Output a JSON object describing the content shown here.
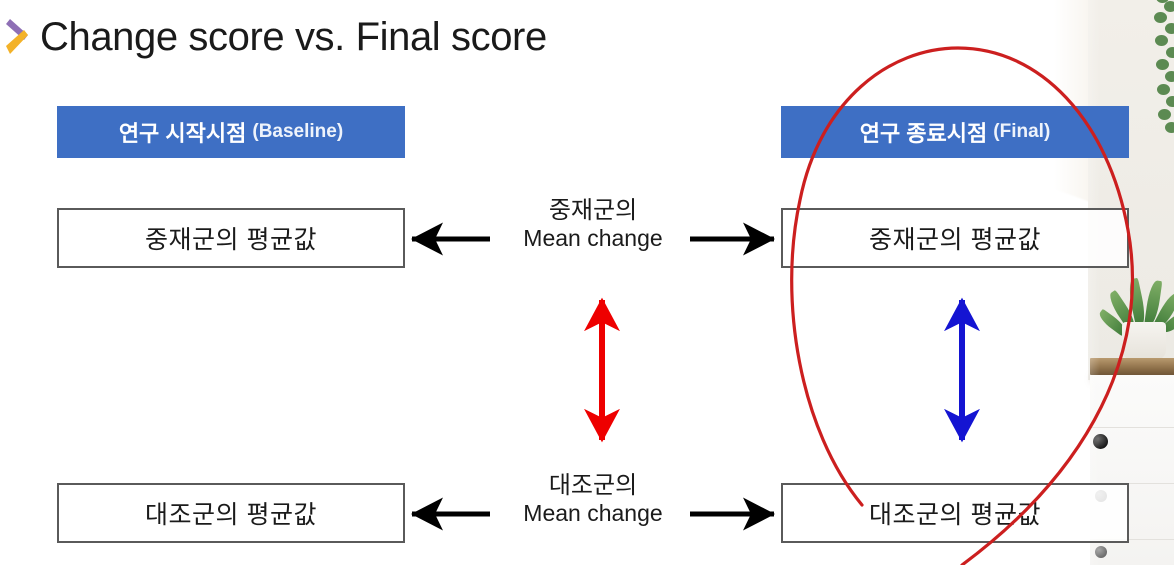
{
  "slide": {
    "title": "Change score vs. Final score",
    "bullet_icon": "chevron-right-icon",
    "bullet_colors": {
      "upper": "#8e6fb5",
      "lower": "#f3b229"
    },
    "background": "#ffffff"
  },
  "columns": {
    "left": {
      "header_ko": "연구 시작시점",
      "header_en": "(Baseline)",
      "header_color": "#3e6fc4",
      "intervention_box": "중재군의 평균값",
      "control_box": "대조군의 평균값"
    },
    "right": {
      "header_ko": "연구 종료시점",
      "header_en": "(Final)",
      "header_color": "#3e6fc4",
      "intervention_box": "중재군의 평균값",
      "control_box": "대조군의 평균값"
    }
  },
  "center_labels": {
    "top": {
      "ko": "중재군의",
      "en": "Mean change"
    },
    "bottom": {
      "ko": "대조군의",
      "en": "Mean change"
    }
  },
  "arrows": {
    "top_left": {
      "name": "arrow-left-black",
      "color": "#000000",
      "direction": "left"
    },
    "top_right": {
      "name": "arrow-right-black",
      "color": "#000000",
      "direction": "right"
    },
    "bottom_left": {
      "name": "arrow-left-black",
      "color": "#000000",
      "direction": "left"
    },
    "bottom_right": {
      "name": "arrow-right-black",
      "color": "#000000",
      "direction": "right"
    },
    "center_vertical": {
      "name": "double-arrow-vertical-red",
      "color": "#ee0000",
      "direction": "both"
    },
    "right_vertical": {
      "name": "double-arrow-vertical-blue",
      "color": "#1414d2",
      "direction": "both"
    }
  },
  "annotation": {
    "name": "red-ink-loop",
    "color": "#cc1f1f",
    "shape": "hand-drawn ellipse around final-score column"
  },
  "decoration": {
    "name": "shelf-plant-photo",
    "description": "photo strip of potted plant on wooden shelf above white drawers"
  }
}
